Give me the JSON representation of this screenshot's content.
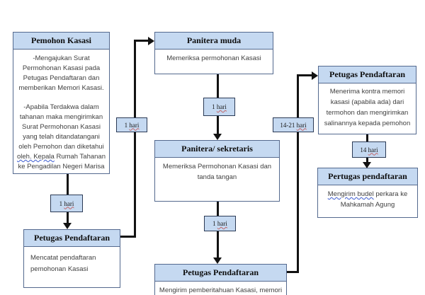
{
  "title": "Flowchart prosedur pengajuan Kasasi",
  "colors": {
    "header_fill": "#c5d9f1",
    "box_border": "#54698e",
    "label_border": "#2b3a55",
    "arrow": "#121212",
    "body_text": "#3f3f3f",
    "header_text": "#0d0d0d",
    "spellcheck_blue": "#3b5bd0",
    "spellcheck_red": "#c0504d"
  },
  "boxes": {
    "pemohon_kasasi": {
      "header": "Pemohon Kasasi",
      "para1": "-Mengajukan Surat Permohonan Kasasi pada Petugas Pendaftaran dan memberikan Memori Kasasi.",
      "para2_pre": "-Apabila Terdakwa dalam tahanan maka mengirimkan Surat Permohonan Kasasi yang telah ditandatangani oleh Pemohon dan diketahui ",
      "para2_marked": "oleh. Kepala",
      "para2_post": " Rumah Tahanan ke Pengadilan Negeri Marisa"
    },
    "petugas_pendaftaran_kiri": {
      "header": "Petugas Pendaftaran",
      "body": "Mencatat pendaftaran pemohonan Kasasi"
    },
    "panitera_muda": {
      "header": "Panitera muda",
      "body": "Memeriksa permohonan Kasasi"
    },
    "panitera_sekretaris": {
      "header": "Panitera/ sekretaris",
      "body": "Memeriksa Permohonan Kasasi dan tanda tangan"
    },
    "petugas_pendaftaran_tengah": {
      "header": "Petugas Pendaftaran",
      "body": "Mengirim pemberitahuan Kasasi, memori"
    },
    "petugas_pendaftaran_kanan": {
      "header": "Petugas Pendaftaran",
      "body": "Menerima kontra memori kasasi (apabila ada) dari termohon dan mengirimkan salinannya kepada pemohon"
    },
    "pertugas_pendaftaran": {
      "header": "Pertugas pendaftaran",
      "body_marked": "Mengirim budel",
      "body_rest": " perkara ke Mahkamah Agung"
    }
  },
  "labels": {
    "l1": {
      "num": "1",
      "unit": "hari"
    },
    "l2": {
      "num": "1",
      "unit": "hari"
    },
    "l3": {
      "num": "1",
      "unit": "hari"
    },
    "l4": {
      "num": "1",
      "unit": "hari"
    },
    "l5": {
      "num": "14-21",
      "unit": "hari"
    },
    "l6": {
      "num": "14",
      "unit": "hari"
    }
  }
}
